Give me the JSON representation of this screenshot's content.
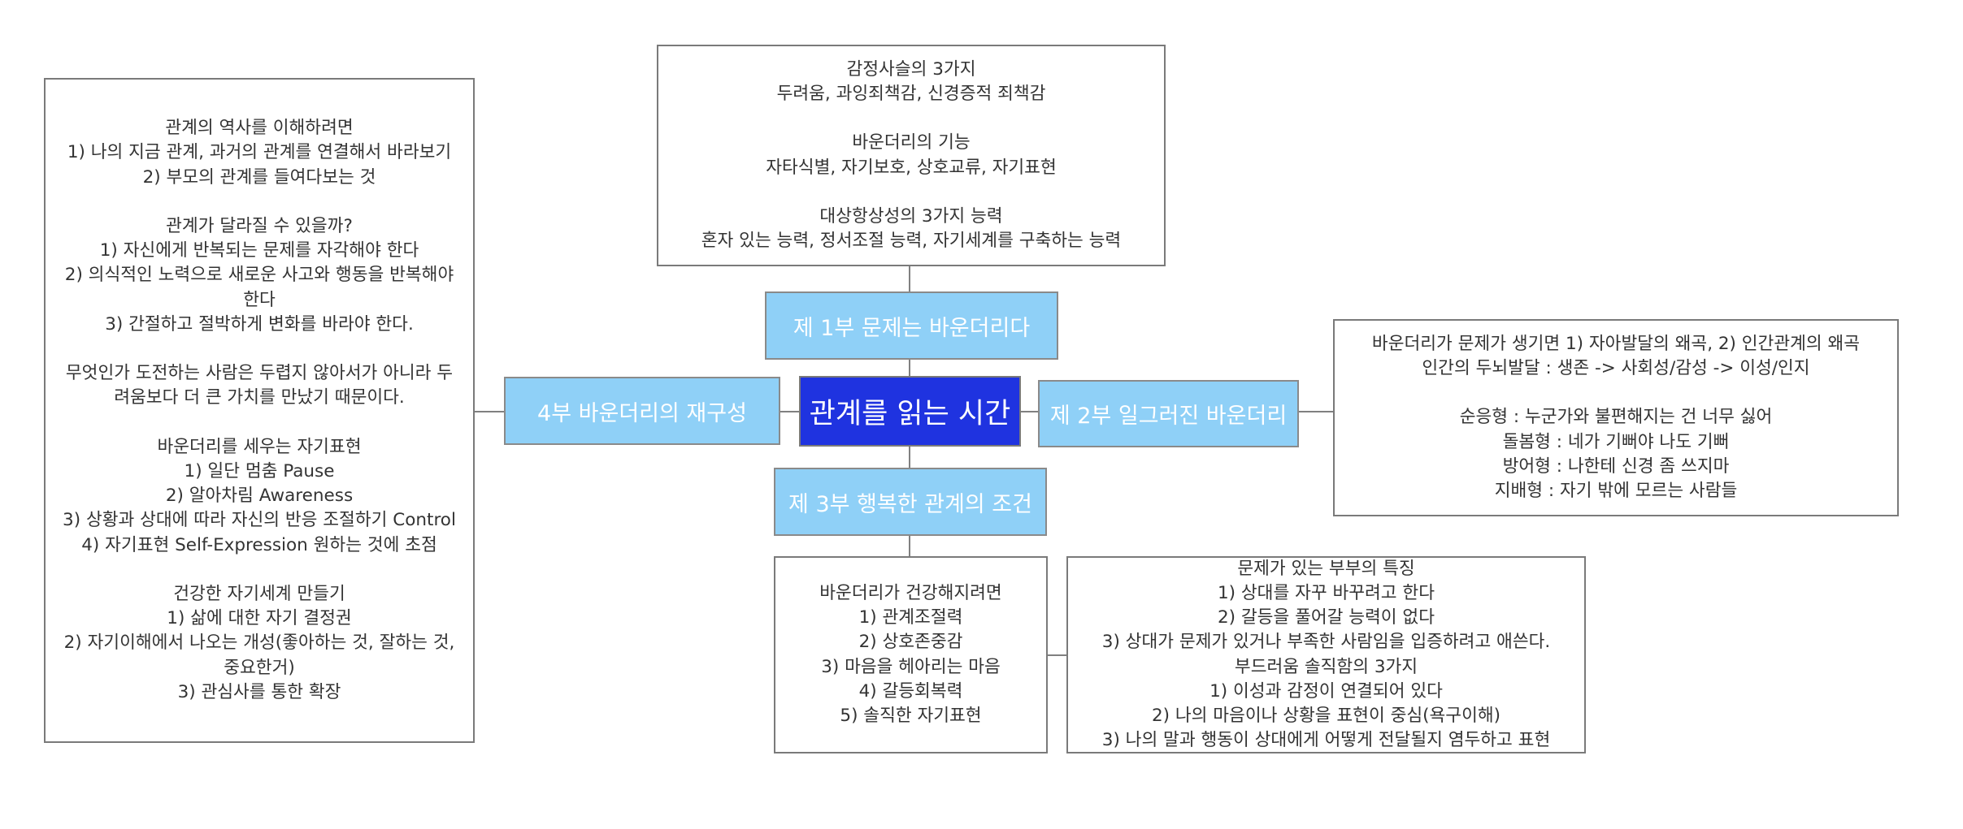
{
  "central": {
    "title": "관계를 읽는 시간"
  },
  "topics": {
    "part1": "제 1부  문제는 바운더리다",
    "part2": "제 2부 일그러진 바운더리",
    "part3": "제 3부 행복한 관계의 조건",
    "part4": "4부 바운더리의 재구성"
  },
  "notes": {
    "part1": [
      "감정사슬의 3가지",
      "두려움, 과잉죄책감, 신경증적 죄책감",
      "",
      "바운더리의 기능",
      "자타식별, 자기보호, 상호교류, 자기표현",
      "",
      "대상항상성의 3가지 능력",
      "혼자 있는 능력, 정서조절 능력, 자기세계를 구축하는 능력"
    ],
    "part2": [
      "바운더리가 문제가 생기면 1) 자아발달의 왜곡, 2) 인간관계의 왜곡",
      "인간의 두뇌발달 : 생존 -> 사회성/감성 -> 이성/인지",
      "",
      "순응형 : 누군가와 불편해지는 건 너무 싫어",
      "돌봄형 : 네가 기뻐야 나도 기뻐",
      "방어형 : 나한테 신경 좀 쓰지마",
      "지배형 : 자기 밖에 모르는 사람들"
    ],
    "part3a": [
      "바운더리가 건강해지려면",
      "1) 관계조절력",
      "2) 상호존중감",
      "3) 마음을 헤아리는 마음",
      "4) 갈등회복력",
      "5) 솔직한 자기표현"
    ],
    "part3b": [
      "문제가 있는 부부의 특징",
      "1) 상대를 자꾸 바꾸려고 한다",
      "2) 갈등을 풀어갈 능력이 없다",
      "3) 상대가 문제가 있거나 부족한 사람임을 입증하려고 애쓴다.",
      "부드러움 솔직함의 3가지",
      "1) 이성과 감정이 연결되어 있다",
      "2) 나의 마음이나 상황을 표현이 중심(욕구이해)",
      "3) 나의 말과 행동이 상대에게 어떻게 전달될지 염두하고 표현"
    ],
    "part4": [
      "관계의 역사를 이해하려면",
      "1) 나의 지금 관계, 과거의 관계를 연결해서 바라보기",
      "2) 부모의 관계를 들여다보는 것",
      "",
      "관계가 달라질 수 있을까?",
      "1) 자신에게 반복되는 문제를 자각해야 한다",
      "2) 의식적인 노력으로 새로운 사고와 행동을 반복해야",
      "한다",
      "3) 간절하고 절박하게 변화를 바라야 한다.",
      "",
      "무엇인가 도전하는 사람은 두렵지 않아서가 아니라 두",
      "려움보다 더 큰 가치를 만났기 때문이다.",
      "",
      "바운더리를 세우는 자기표현",
      "1) 일단 멈춤 Pause",
      "2) 알아차림 Awareness",
      "3) 상황과 상대에 따라 자신의 반응 조절하기 Control",
      "4) 자기표현 Self-Expression 원하는 것에 초점",
      "",
      "건강한 자기세계 만들기",
      "1) 삶에 대한 자기 결정권",
      "2) 자기이해에서 나오는 개성(좋아하는 것, 잘하는 것,",
      "중요한거)",
      "3) 관심사를 통한 확장"
    ]
  }
}
